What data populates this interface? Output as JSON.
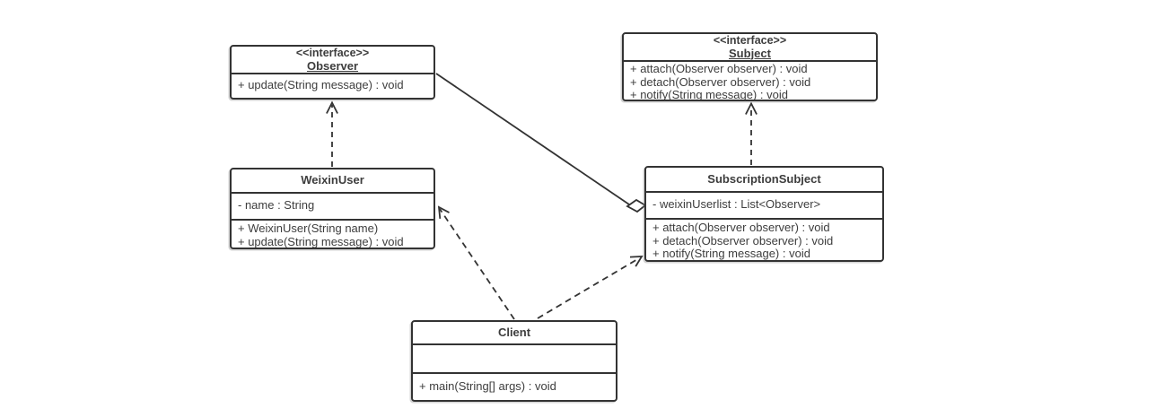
{
  "diagram": {
    "classes": [
      {
        "id": "observer",
        "stereotype": "<<interface>>",
        "name": "Observer",
        "attributes": [],
        "methods": [
          "+ update(String message) : void"
        ]
      },
      {
        "id": "subject",
        "stereotype": "<<interface>>",
        "name": "Subject",
        "attributes": [],
        "methods": [
          "+ attach(Observer observer) : void",
          "+ detach(Observer observer) : void",
          "+ notify(String message) : void"
        ]
      },
      {
        "id": "weixin-user",
        "name": "WeixinUser",
        "attributes": [
          "- name : String"
        ],
        "methods": [
          "+ WeixinUser(String name)",
          "+ update(String message) : void"
        ]
      },
      {
        "id": "subscription-subject",
        "name": "SubscriptionSubject",
        "attributes": [
          "- weixinUserlist : List<Observer>"
        ],
        "methods": [
          "+ attach(Observer observer) : void",
          "+ detach(Observer observer) : void",
          "+ notify(String message) : void"
        ]
      },
      {
        "id": "client",
        "name": "Client",
        "attributes": [],
        "methods": [
          "+ main(String[] args) : void"
        ]
      }
    ],
    "relationships": [
      {
        "type": "realization",
        "from": "WeixinUser",
        "to": "Observer",
        "line": "dashed",
        "marker": "open-arrow"
      },
      {
        "type": "realization",
        "from": "SubscriptionSubject",
        "to": "Subject",
        "line": "dashed",
        "marker": "open-arrow"
      },
      {
        "type": "aggregation",
        "from": "SubscriptionSubject",
        "to": "Observer",
        "line": "solid",
        "marker": "hollow-diamond"
      },
      {
        "type": "dependency",
        "from": "Client",
        "to": "WeixinUser",
        "line": "dashed",
        "marker": "open-arrow"
      },
      {
        "type": "dependency",
        "from": "Client",
        "to": "SubscriptionSubject",
        "line": "dashed",
        "marker": "open-arrow"
      }
    ]
  },
  "colors": {
    "stroke": "#333333",
    "text": "#3d3d3d",
    "background": "#ffffff",
    "shape_fill": "#ffffff"
  }
}
